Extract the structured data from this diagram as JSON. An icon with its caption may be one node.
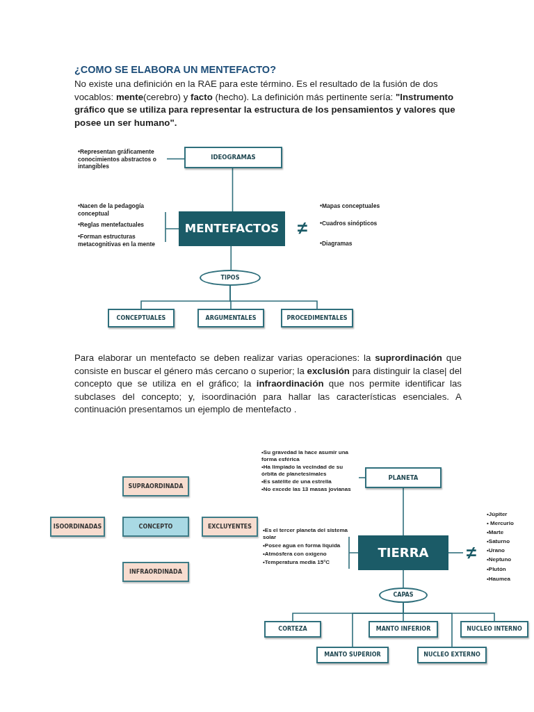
{
  "diagram": {
    "title": "¿COMO SE ELABORA UN MENTEFACTO?",
    "nodes": [
      {
        "text": [
          "IDEOGRAMAS"
        ]
      },
      {
        "text": [
          "•Representan gráficamente conocimientos abstractos o intangibles"
        ]
      },
      {
        "text": [
          "MENTEFACTOS"
        ]
      },
      {
        "text": [
          "•Nacen de la pedagogía conceptual",
          "•Reglas mentefactuales",
          "•Forman estructuras metacognitivas en la mente"
        ]
      },
      {
        "text": [
          "TIPOS"
        ]
      },
      {
        "text": [
          "CONCEPTUALES"
        ]
      },
      {
        "text": [
          "ARGUMENTALES"
        ]
      },
      {
        "text": [
          "PROCEDIMENTALES"
        ]
      },
      {
        "text": [
          "SUPRAORDINADA"
        ]
      },
      {
        "text": [
          "ISOORDINADAS"
        ]
      },
      {
        "text": [
          "CONCEPTO"
        ]
      },
      {
        "text": [
          "EXCLUYENTES"
        ]
      },
      {
        "text": [
          "INFRAORDINADA"
        ]
      },
      {
        "text": [
          "•Su gravedad la hace asumir una forma esférica",
          "•Ha limpiado la vecindad de su órbita de planetesimales",
          "•Es satélite de una estrella",
          "•No excede las 13 masas jovianas"
        ]
      },
      {
        "text": [
          "PLANETA"
        ]
      },
      {
        "text": [
          "•Es el tercer planeta del sistema solar",
          "•Posee agua en forma liquida",
          "•Atmósfera con oxígeno",
          "•Temperatura media 15°C"
        ]
      },
      {
        "text": [
          "TIERRA"
        ]
      },
      {
        "text": [
          "≠"
        ]
      },
      {
        "text": [
          "CAPAS"
        ]
      },
      {
        "text": [
          "CORTEZA"
        ]
      },
      {
        "text": [
          "MANTO SUPERIOR"
        ]
      },
      {
        "text": [
          "MANTO INFERIOR"
        ]
      },
      {
        "text": [
          "NUCLEO EXTERNO"
        ]
      },
      {
        "text": [
          "NUCLEO INTERNO"
        ]
      }
    ],
    "edges": [
      {
        "from": 1,
        "to": 0,
        "arrow": "none"
      },
      {
        "from": 0,
        "to": 2,
        "arrow": "none"
      },
      {
        "from": 3,
        "to": 2,
        "arrow": "none"
      },
      {
        "from": 2,
        "to": 4,
        "arrow": "none"
      },
      {
        "from": 4,
        "to": 5,
        "arrow": "none"
      },
      {
        "from": 4,
        "to": 6,
        "arrow": "none"
      },
      {
        "from": 4,
        "to": 7,
        "arrow": "none"
      },
      {
        "from": 13,
        "to": 14,
        "arrow": "none"
      },
      {
        "from": 14,
        "to": 16,
        "arrow": "none"
      },
      {
        "from": 15,
        "to": 16,
        "arrow": "none"
      },
      {
        "from": 16,
        "to": 17,
        "arrow": "none"
      },
      {
        "from": 16,
        "to": 18,
        "arrow": "none"
      },
      {
        "from": 18,
        "to": 19,
        "arrow": "none"
      },
      {
        "from": 18,
        "to": 20,
        "arrow": "none"
      },
      {
        "from": 18,
        "to": 21,
        "arrow": "none"
      },
      {
        "from": 18,
        "to": 22,
        "arrow": "none"
      },
      {
        "from": 18,
        "to": 23,
        "arrow": "none"
      }
    ],
    "labels": [
      "No existe una definición en la RAE para este término. Es el resultado de la fusión de dos vocablos: **mente**(cerebro) y **facto** (hecho). La definición más pertinente sería: **\"Instrumento gráfico que se utiliza para representar la estructura de los pensamientos y valores que posee un ser humano\".**",
      "≠",
      "•Mapas conceptuales",
      "•Cuadros sinópticos",
      "•Diagramas",
      "Para elaborar un mentefacto se deben realizar varias operaciones: la **suprordinación** que consiste en buscar el género más cercano o superior; la **exclusión** para distinguir la clase| del concepto que se utiliza en el gráfico; la **infraordinación** que nos permite identificar las subclases del concepto; y, isoordinación para hallar las características esenciales. A continuación presentamos un ejemplo de mentefacto .",
      "•Júpiter",
      "• Mercurio",
      "•Marte",
      "•Saturno",
      "•Urano",
      "•Neptuno",
      "•Plutón",
      "•Haumea"
    ]
  }
}
